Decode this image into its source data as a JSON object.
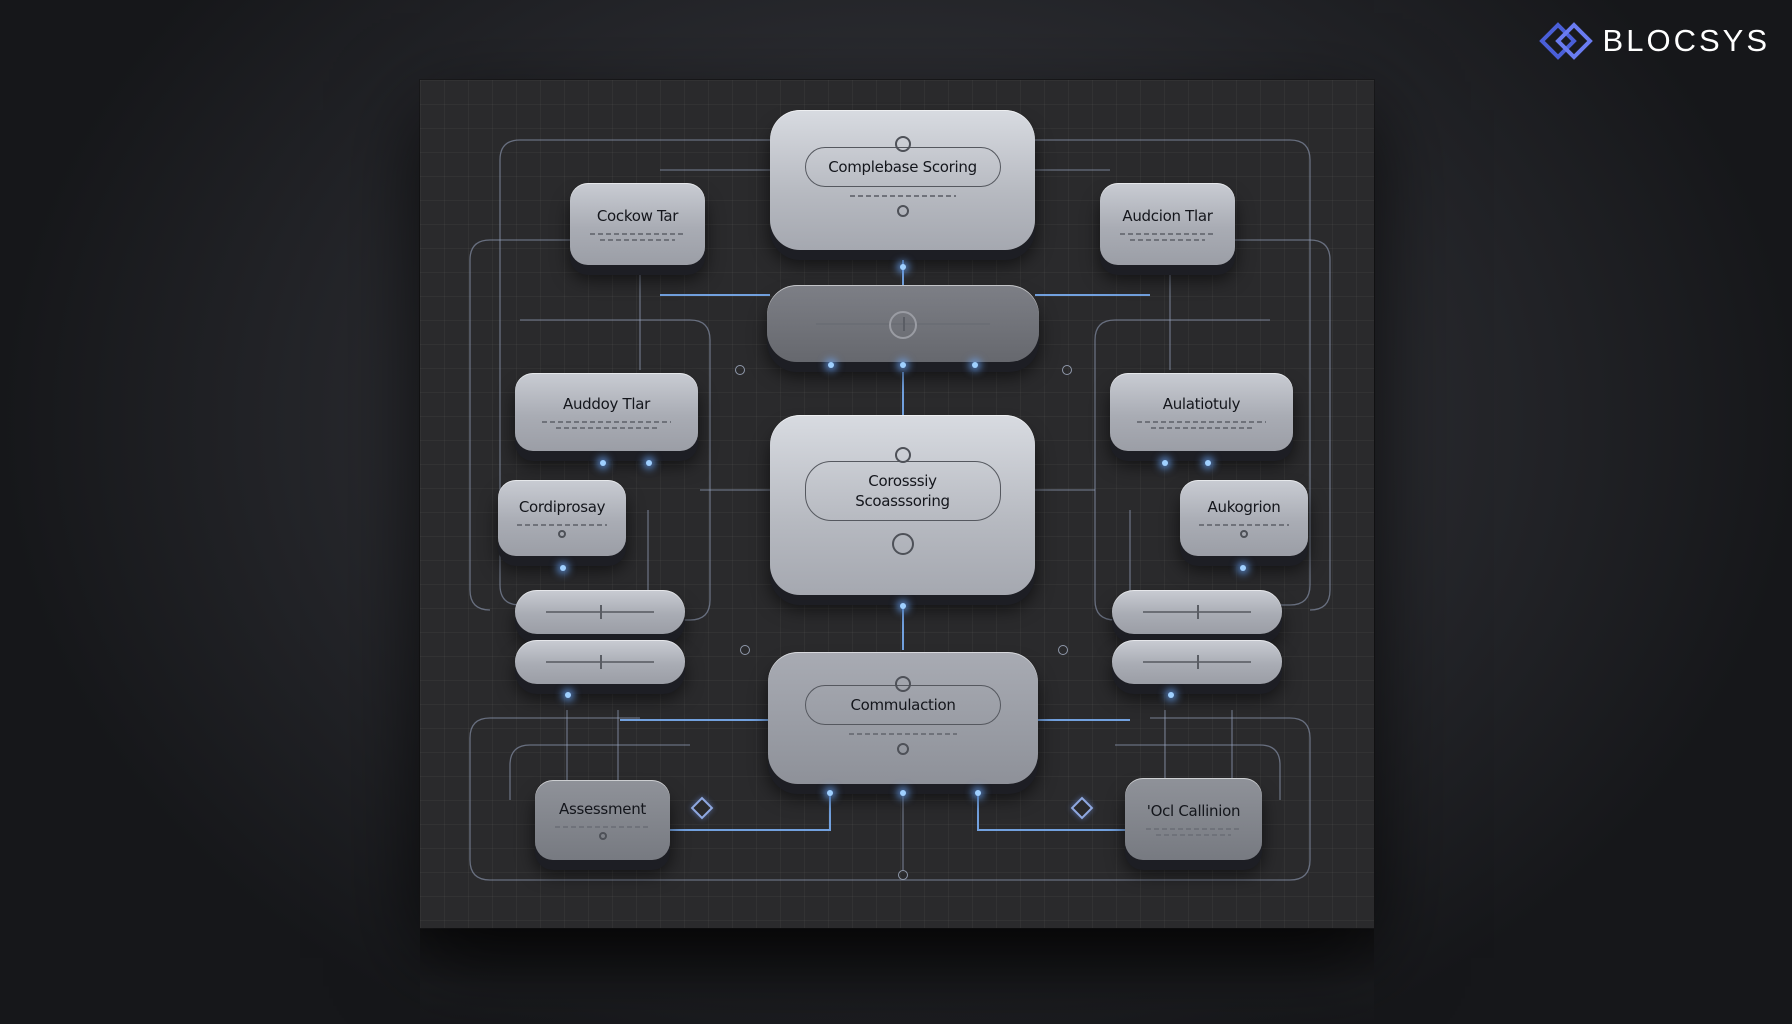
{
  "brand": {
    "name": "BLOCSYS",
    "logo_icon": "double-diamond-logo-icon",
    "accent": "#4a5fd8"
  },
  "colors": {
    "background": "#2c2d32",
    "board": "#2a2a2c",
    "node_face": "#b6b9c0",
    "wire": "#9aa7c4",
    "glow": "#7fb6ff"
  },
  "nodes": {
    "top_center": {
      "label": "Complebase Scoring"
    },
    "connector_top": {
      "icon": "target-ring-icon"
    },
    "middle_center": {
      "line1": "Corosssiy",
      "line2": "Scoasssoring"
    },
    "bottom_center": {
      "label": "Commulaction"
    },
    "left_top": {
      "label": "Cockow Tar"
    },
    "left_mid": {
      "label": "Auddoy Tlar"
    },
    "left_small": {
      "label": "Cordiprosay"
    },
    "left_bottom": {
      "label": "Assessment"
    },
    "right_top": {
      "label": "Audcion Tlar"
    },
    "right_mid": {
      "label": "Aulatiotuly"
    },
    "right_small": {
      "label": "Aukogrion"
    },
    "right_bottom": {
      "label": "'Ocl Callinion"
    }
  }
}
